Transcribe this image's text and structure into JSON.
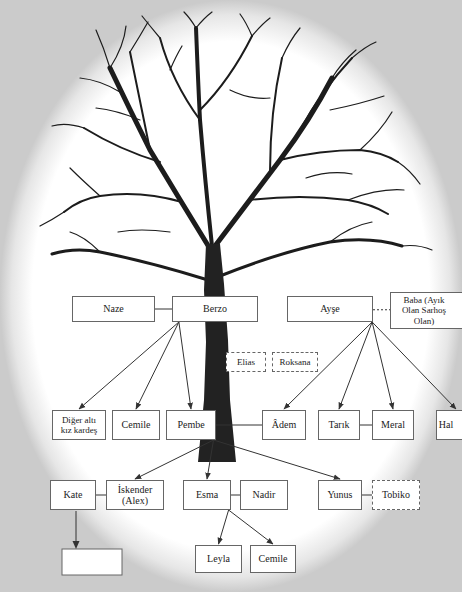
{
  "diagram": {
    "nodes": [
      {
        "text": [
          "Naze"
        ]
      },
      {
        "text": [
          "Berzo"
        ]
      },
      {
        "text": [
          "Ayşe"
        ]
      },
      {
        "text": [
          "Baba (Ayık Olan Sarhoş Olan)"
        ]
      },
      {
        "text": [
          "Elias"
        ]
      },
      {
        "text": [
          "Roksana"
        ]
      },
      {
        "text": [
          "Diğer altı kız kardeş"
        ]
      },
      {
        "text": [
          "Cemile"
        ]
      },
      {
        "text": [
          "Pembe"
        ]
      },
      {
        "text": [
          "Âdem"
        ]
      },
      {
        "text": [
          "Tarık"
        ]
      },
      {
        "text": [
          "Meral"
        ]
      },
      {
        "text": [
          "Hal"
        ]
      },
      {
        "text": [
          "Kate"
        ]
      },
      {
        "text": [
          "İskender (Alex)"
        ]
      },
      {
        "text": [
          "Esma"
        ]
      },
      {
        "text": [
          "Nadir"
        ]
      },
      {
        "text": [
          "Yunus"
        ]
      },
      {
        "text": [
          "Tobiko"
        ]
      },
      {
        "text": [
          "Leyla"
        ]
      },
      {
        "text": [
          "Cemile"
        ]
      }
    ],
    "edges": [
      {
        "from": 0,
        "to": 1,
        "arrow": "none"
      },
      {
        "from": 2,
        "to": 3,
        "arrow": "none"
      },
      {
        "from": 1,
        "to": 6,
        "arrow": "to"
      },
      {
        "from": 1,
        "to": 7,
        "arrow": "to"
      },
      {
        "from": 1,
        "to": 8,
        "arrow": "to"
      },
      {
        "from": 2,
        "to": 9,
        "arrow": "to"
      },
      {
        "from": 2,
        "to": 10,
        "arrow": "to"
      },
      {
        "from": 2,
        "to": 11,
        "arrow": "to"
      },
      {
        "from": 2,
        "to": 12,
        "arrow": "to"
      },
      {
        "from": 8,
        "to": 9,
        "arrow": "none"
      },
      {
        "from": 10,
        "to": 11,
        "arrow": "none"
      },
      {
        "from": 8,
        "to": 14,
        "arrow": "to"
      },
      {
        "from": 8,
        "to": 15,
        "arrow": "to"
      },
      {
        "from": 8,
        "to": 17,
        "arrow": "to"
      },
      {
        "from": 13,
        "to": 14,
        "arrow": "none"
      },
      {
        "from": 15,
        "to": 16,
        "arrow": "none"
      },
      {
        "from": 17,
        "to": 18,
        "arrow": "none"
      },
      {
        "from": 15,
        "to": 19,
        "arrow": "to"
      },
      {
        "from": 15,
        "to": 20,
        "arrow": "to"
      }
    ]
  }
}
